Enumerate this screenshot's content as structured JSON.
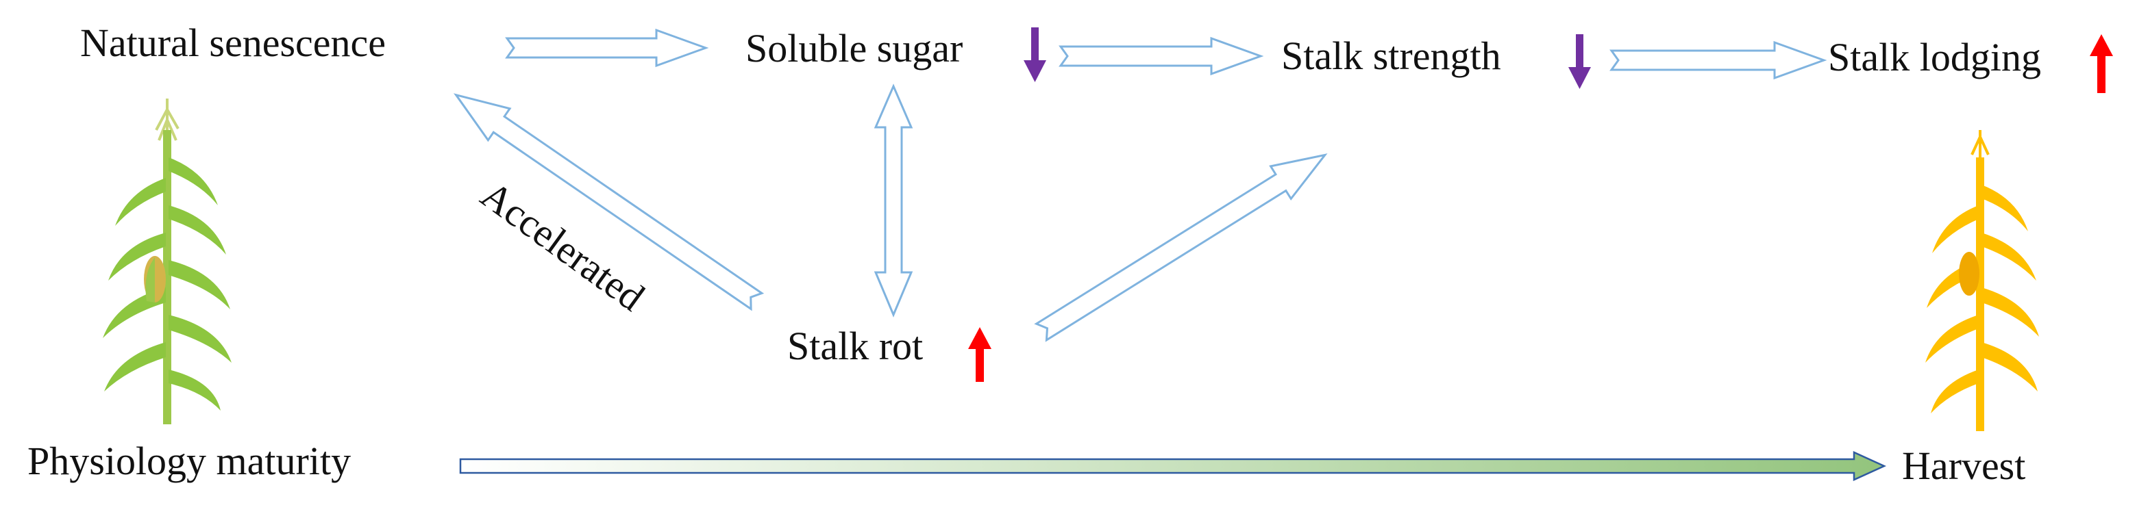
{
  "nodes": {
    "natural_senescence": "Natural senescence",
    "soluble_sugar": "Soluble sugar",
    "stalk_strength": "Stalk strength",
    "stalk_lodging": "Stalk lodging",
    "stalk_rot": "Stalk rot",
    "physiology_maturity": "Physiology maturity",
    "harvest": "Harvest"
  },
  "edge_labels": {
    "accelerated": "Accelerated"
  },
  "indicators": {
    "soluble_sugar": "down",
    "stalk_strength": "down",
    "stalk_lodging": "up",
    "stalk_rot": "up"
  },
  "colors": {
    "arrow_outline": "#7fb3df",
    "timeline_gradient_start": "#ffffff",
    "timeline_gradient_end": "#93c47d",
    "down_indicator": "#7030a0",
    "up_indicator": "#ff0000",
    "maize_green": "#8dc63f",
    "maize_yellow": "#ffc000"
  }
}
